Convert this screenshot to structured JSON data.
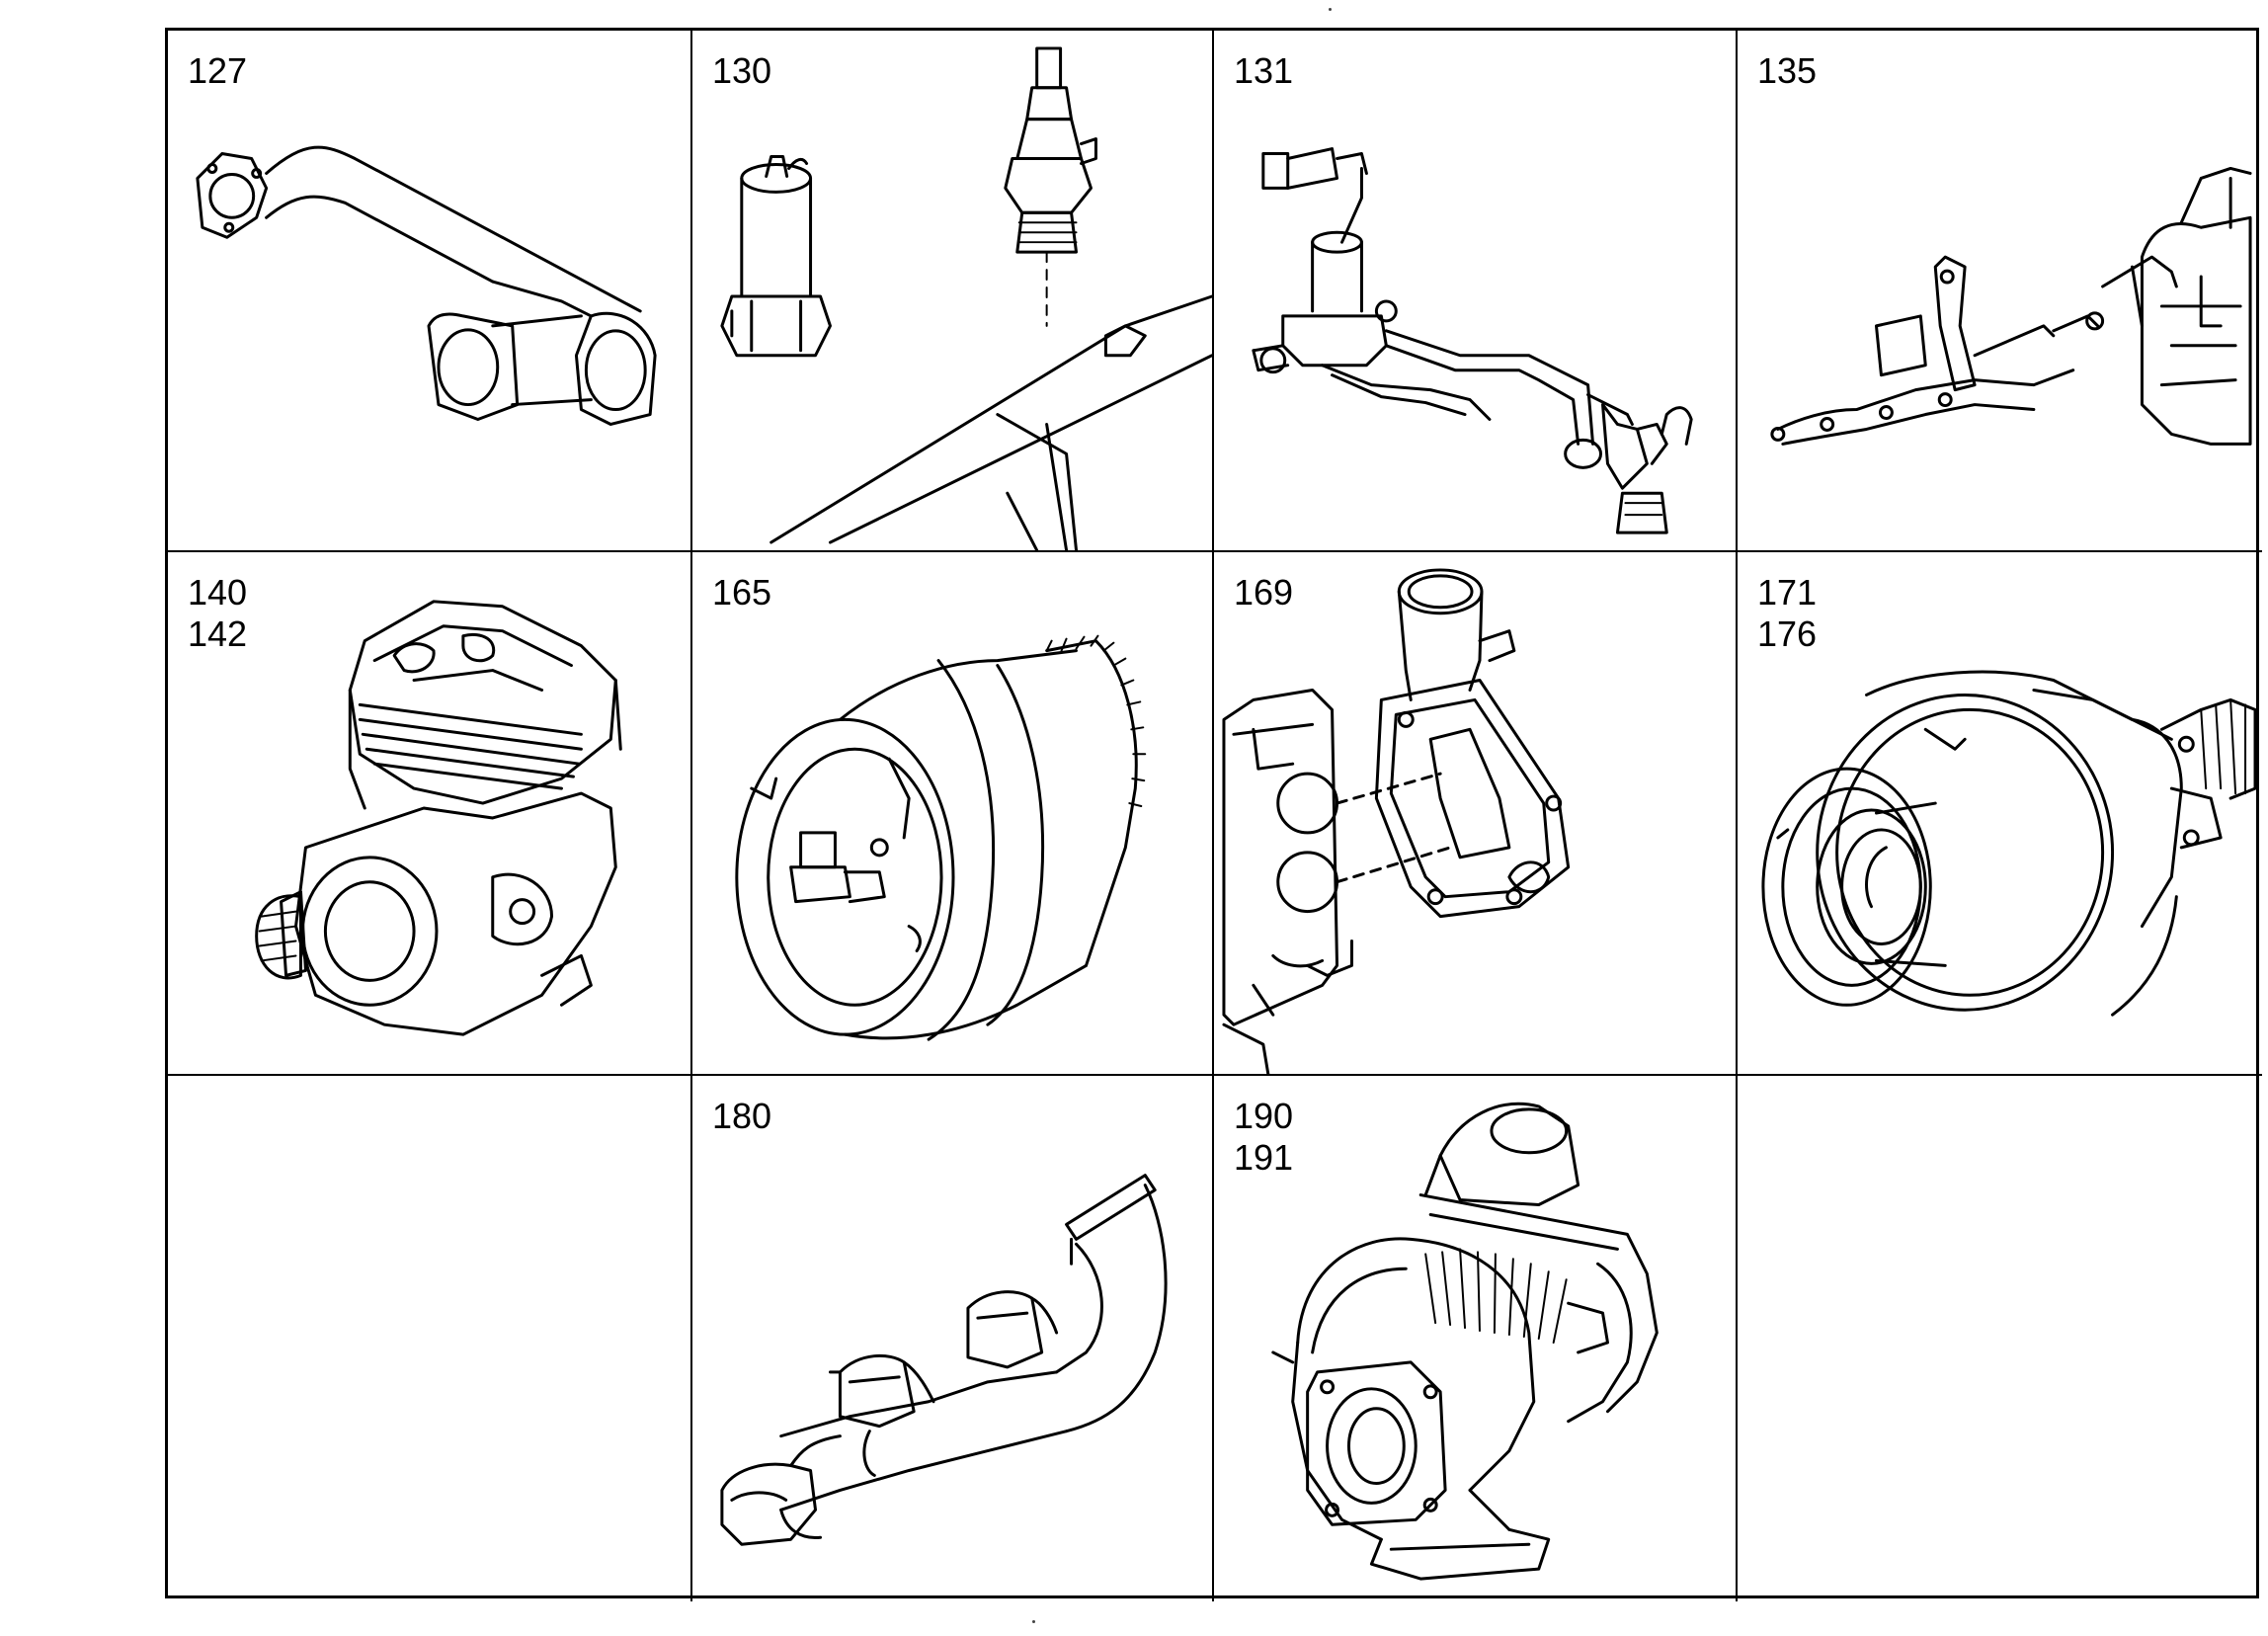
{
  "cells": [
    {
      "id": "exhaust-pipe",
      "labels": [
        "127"
      ]
    },
    {
      "id": "sensor-and-plug",
      "labels": [
        "130"
      ]
    },
    {
      "id": "sensor-harness",
      "labels": [
        "131"
      ]
    },
    {
      "id": "linkage-bracket",
      "labels": [
        "135"
      ]
    },
    {
      "id": "air-compressor",
      "labels": [
        "140",
        "142"
      ]
    },
    {
      "id": "pulley-drive",
      "labels": [
        "165"
      ]
    },
    {
      "id": "thermostat-housing",
      "labels": [
        "169"
      ]
    },
    {
      "id": "water-pump",
      "labels": [
        "171",
        "176"
      ]
    },
    {
      "id": "empty-left",
      "labels": []
    },
    {
      "id": "exhaust-manifold",
      "labels": [
        "180"
      ]
    },
    {
      "id": "turbocharger",
      "labels": [
        "190",
        "191"
      ]
    },
    {
      "id": "empty-right",
      "labels": []
    }
  ],
  "colors": {
    "line": "#000000",
    "background": "#ffffff"
  }
}
